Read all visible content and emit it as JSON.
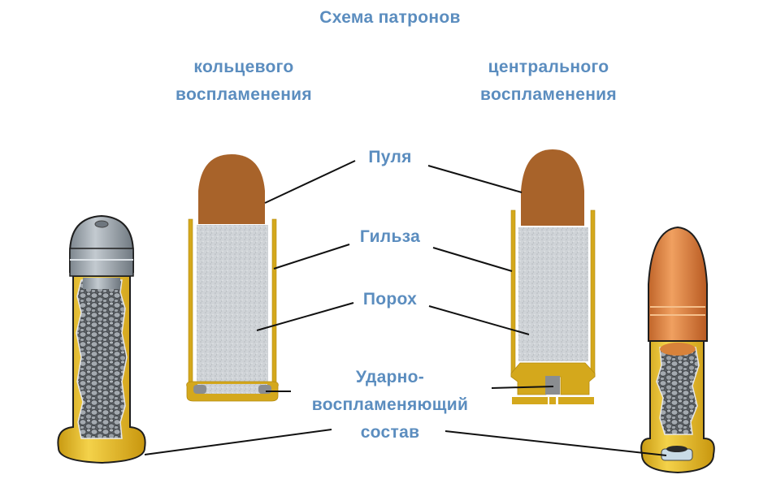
{
  "diagram": {
    "title": "Схема патронов",
    "left_heading": {
      "line1": "кольцевого",
      "line2": "воспламенения"
    },
    "right_heading": {
      "line1": "центрального",
      "line2": "воспламенения"
    },
    "labels": {
      "bullet": "Пуля",
      "case": "Гильза",
      "powder": "Порох",
      "primer_line1": "Ударно-",
      "primer_line2": "воспламеняющий",
      "primer_line3": "состав"
    },
    "colors": {
      "label_text": "#5b8dbf",
      "bullet_brown": "#a8632a",
      "brass": "#d4a81c",
      "powder_gray": "#c9cdd1",
      "primer_gray": "#8a8d90",
      "lead_gray": "#9aa3ab",
      "copper": "#d8823a",
      "leader_line": "#111111"
    }
  }
}
